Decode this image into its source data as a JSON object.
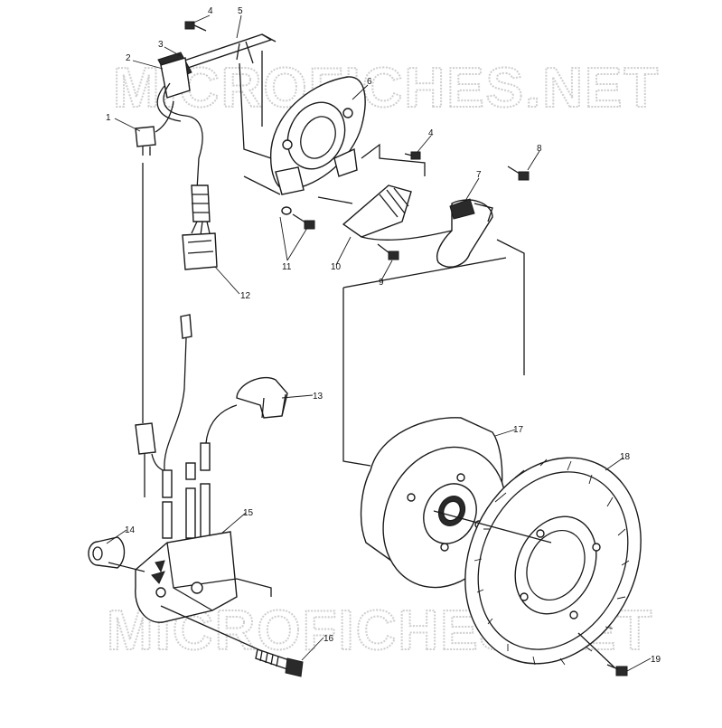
{
  "watermark": "MICROFICHES.NET",
  "callouts": [
    "1",
    "2",
    "3",
    "4",
    "5",
    "6",
    "4",
    "8",
    "7",
    "10",
    "11",
    "9",
    "12",
    "13",
    "14",
    "15",
    "16",
    "17",
    "18",
    "19"
  ],
  "colors": {
    "ink": "#1a1a1a",
    "watermark": "#cfcfcf",
    "background": "#ffffff"
  }
}
